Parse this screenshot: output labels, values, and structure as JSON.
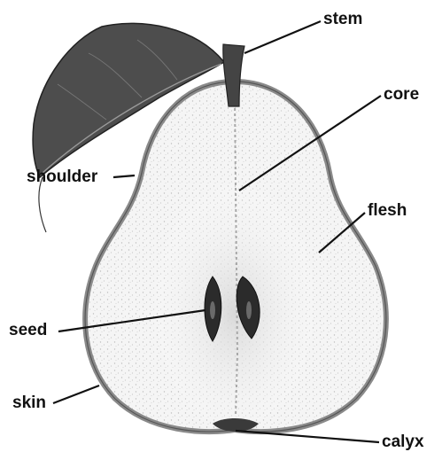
{
  "labels": {
    "stem": "stem",
    "core": "core",
    "shoulder": "shoulder",
    "flesh": "flesh",
    "seed": "seed",
    "skin": "skin",
    "calyx": "calyx"
  },
  "colors": {
    "line": "#111111",
    "leaf": "#4a4a4a",
    "flesh": "#f4f4f4",
    "skin": "#8a8a8a",
    "seed": "#2a2a2a"
  }
}
